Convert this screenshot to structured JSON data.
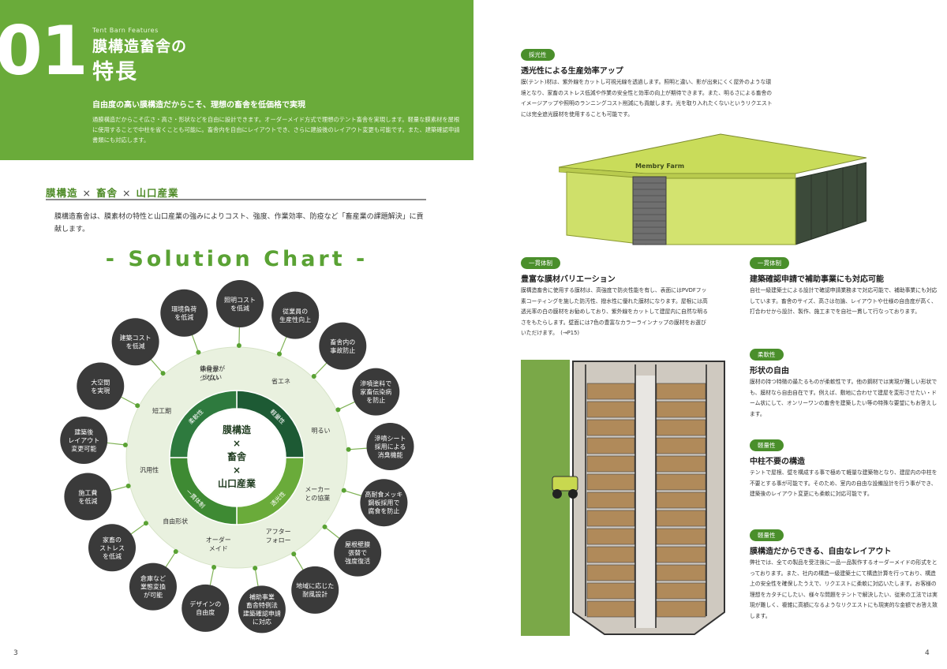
{
  "header": {
    "number": "01",
    "eyebrow": "Tent Barn  Features",
    "title_line1": "膜構造畜舎の",
    "title_line2": "特長",
    "subtitle": "自由度の高い膜構造だからこそ、理想の畜舎を低価格で実現",
    "body": "通膜構造だからこそ広さ・高さ・形状などを自由に設計できます。オーダーメイド方式で理想のテント畜舎を実現します。軽量な膜素材を屋根に使用することで中柱を省くことも可能に。畜舎内を自由にレイアウトでき、さらに建設後のレイアウト変更も可能です。また、建築確認申請書類にも対応します。"
  },
  "section": {
    "heading_a": "膜構造",
    "sep1": "×",
    "heading_b": "畜舎",
    "sep2": "×",
    "heading_c": "山口産業",
    "intro": "膜構造畜舎は、膜素材の特性と山口産業の強みによりコスト、強度、作業効率、防疫など「畜産業の課題解決」に貢献します。"
  },
  "solution_chart": {
    "title": "- Solution Chart -",
    "center": [
      "膜構造",
      "×",
      "畜舎",
      "×",
      "山口産業"
    ],
    "arcs": [
      {
        "label": "軽量性"
      },
      {
        "label": "透光性"
      },
      {
        "label": "一貫体制"
      },
      {
        "label": "柔軟性"
      }
    ],
    "ring_items": [
      {
        "lines": [
          "鉄骨量が",
          "少ない"
        ]
      },
      {
        "lines": [
          "省エネ"
        ]
      },
      {
        "lines": [
          "明るい"
        ]
      },
      {
        "lines": [
          "メーカー",
          "との協業"
        ]
      },
      {
        "lines": [
          "アフター",
          "フォロー"
        ]
      },
      {
        "lines": [
          "オーダー",
          "メイド"
        ]
      },
      {
        "lines": [
          "自由形状"
        ]
      },
      {
        "lines": [
          "汎用性"
        ]
      },
      {
        "lines": [
          "短工期"
        ]
      },
      {
        "lines": [
          "中柱が",
          "少ない"
        ]
      }
    ],
    "bubbles": [
      {
        "lines": [
          "環境負荷",
          "を低減"
        ]
      },
      {
        "lines": [
          "照明コスト",
          "を低減"
        ]
      },
      {
        "lines": [
          "従業員の",
          "生産性向上"
        ]
      },
      {
        "lines": [
          "畜舎内の",
          "事故防止"
        ]
      },
      {
        "lines": [
          "滲噴塗料で",
          "家畜伝染病",
          "を防止"
        ]
      },
      {
        "lines": [
          "滲噴シート",
          "採用による",
          "消臭機能"
        ]
      },
      {
        "lines": [
          "高耐食メッキ",
          "鋼板採用で",
          "腐食を防止"
        ]
      },
      {
        "lines": [
          "屋根壁膜",
          "張替で",
          "強度復活"
        ]
      },
      {
        "lines": [
          "地域に応じた",
          "耐風設計"
        ]
      },
      {
        "lines": [
          "補助事業",
          "畜舎特例法",
          "建築確認申請",
          "に対応"
        ]
      },
      {
        "lines": [
          "デザインの",
          "自由度"
        ]
      },
      {
        "lines": [
          "倉庫など",
          "業態変換",
          "が可能"
        ]
      },
      {
        "lines": [
          "家畜の",
          "ストレス",
          "を低減"
        ]
      },
      {
        "lines": [
          "施工費",
          "を低減"
        ]
      },
      {
        "lines": [
          "建築後",
          "レイアウト",
          "変更可能"
        ]
      },
      {
        "lines": [
          "大空間",
          "を実現"
        ]
      },
      {
        "lines": [
          "建築コスト",
          "を低減"
        ]
      }
    ]
  },
  "page_numbers": {
    "left": "3",
    "right": "4"
  },
  "features": {
    "f1": {
      "tag": "採光性",
      "title": "透光性による生産効率アップ",
      "body": "膜(テント)材は、紫外線をカットし可視光線を透過します。照明と違い、影が出来にくく屋外のような環境となり、家畜のストレス低減や作業の安全性と効率の向上が期待できます。また、明るさによる畜舎のイメージアップや照明のランニングコスト削減にも貢献します。光を取り入れたくないというリクエストには完全遮光膜材を使用することも可能です。"
    },
    "f2": {
      "tag": "一貫体制",
      "title": "豊富な膜材バリエーション",
      "body": "膜構造畜舎に使用する膜材は、高強度で防炎性能を有し、表面にはPVDFフッ素コーティングを施した防汚性、撥水性に優れた膜材になります。屋根には高透光率の白の膜材をお勧めしており、紫外線をカットして建屋内に自然な明るさをもたらします。壁面には7色の豊富なカラーラインナップの膜材をお選びいただけます。　(→P15)"
    },
    "f3": {
      "tag": "一貫体制",
      "title": "建築確認申請で補助事業にも対応可能",
      "body": "自社一級建築士による設計で確認申請業務まで対応可能で、補助事業にも対応しています。畜舎のサイズ、高さは勿論、レイアウトや仕様の自由度が高く、打合わせから設計、製作、施工までを自社一貫して行なっております。"
    },
    "f4": {
      "tag": "柔軟性",
      "title": "形状の自由",
      "body": "膜材の持つ特徴の最たるものが柔軟性です。他の鋼材では実現が難しい形状でも、膜材なら自由自在です。例えば、敷地に合わせて建屋を変形させたい・ドーム状にして、オンリーワンの畜舎を建築したい等の特殊な要望にもお答えします。"
    },
    "f5": {
      "tag": "軽量性",
      "title": "中柱不要の構造",
      "body": "テントで屋根、壁を構成する事で極めて軽量な建築物となり、建屋内の中柱を不要とする事が可能です。そのため、室内の自由な設備設計を行う事ができ、建築後のレイアウト変更にも柔軟に対応可能です。"
    },
    "f6": {
      "tag": "軽量性",
      "title": "膜構造だからできる、自由なレイアウト",
      "body": "弊社では、全ての製品を受注後に一品一品製作するオーダーメイドの形式をとっております。また、社内の構造一級建築士にて構造計算を行っており、構造上の安全性を確保したうえで、リクエストに柔軟に対応いたします。お客様の理想をカタチにしたい、様々な問題をテントで解決したい、従来の工法では実現が難しく、複雑に高額になるようなリクエストにも現実的な金額でお答え致します。"
    }
  },
  "illustration": {
    "sign": "Membry Farm"
  },
  "colors": {
    "brand_green": "#6aab3a",
    "dark_green": "#2e6b2e",
    "bubble": "#3a3a3a",
    "ring": "#e9f1df",
    "membrane": "#cfe06a"
  }
}
